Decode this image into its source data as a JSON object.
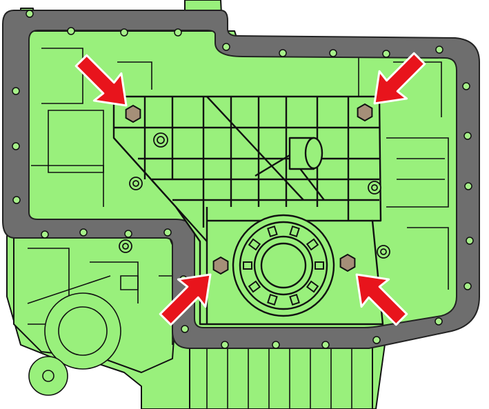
{
  "diagram": {
    "colors": {
      "casting": "#99f07c",
      "casting_dark": "#7fd667",
      "outline": "#111111",
      "gasket": "#6e6e6e",
      "gasket_edge": "#222222",
      "bolt_hole": "#a6f089",
      "bolt_head": "#a58f78",
      "arrow": "#e8141c",
      "arrow_edge": "#ffffff"
    },
    "callouts": [
      {
        "id": "bolt-top-left",
        "target": "bolt-head"
      },
      {
        "id": "bolt-top-right",
        "target": "bolt-head"
      },
      {
        "id": "bolt-bottom-left",
        "target": "bolt-head"
      },
      {
        "id": "bolt-bottom-right",
        "target": "bolt-head"
      }
    ]
  }
}
